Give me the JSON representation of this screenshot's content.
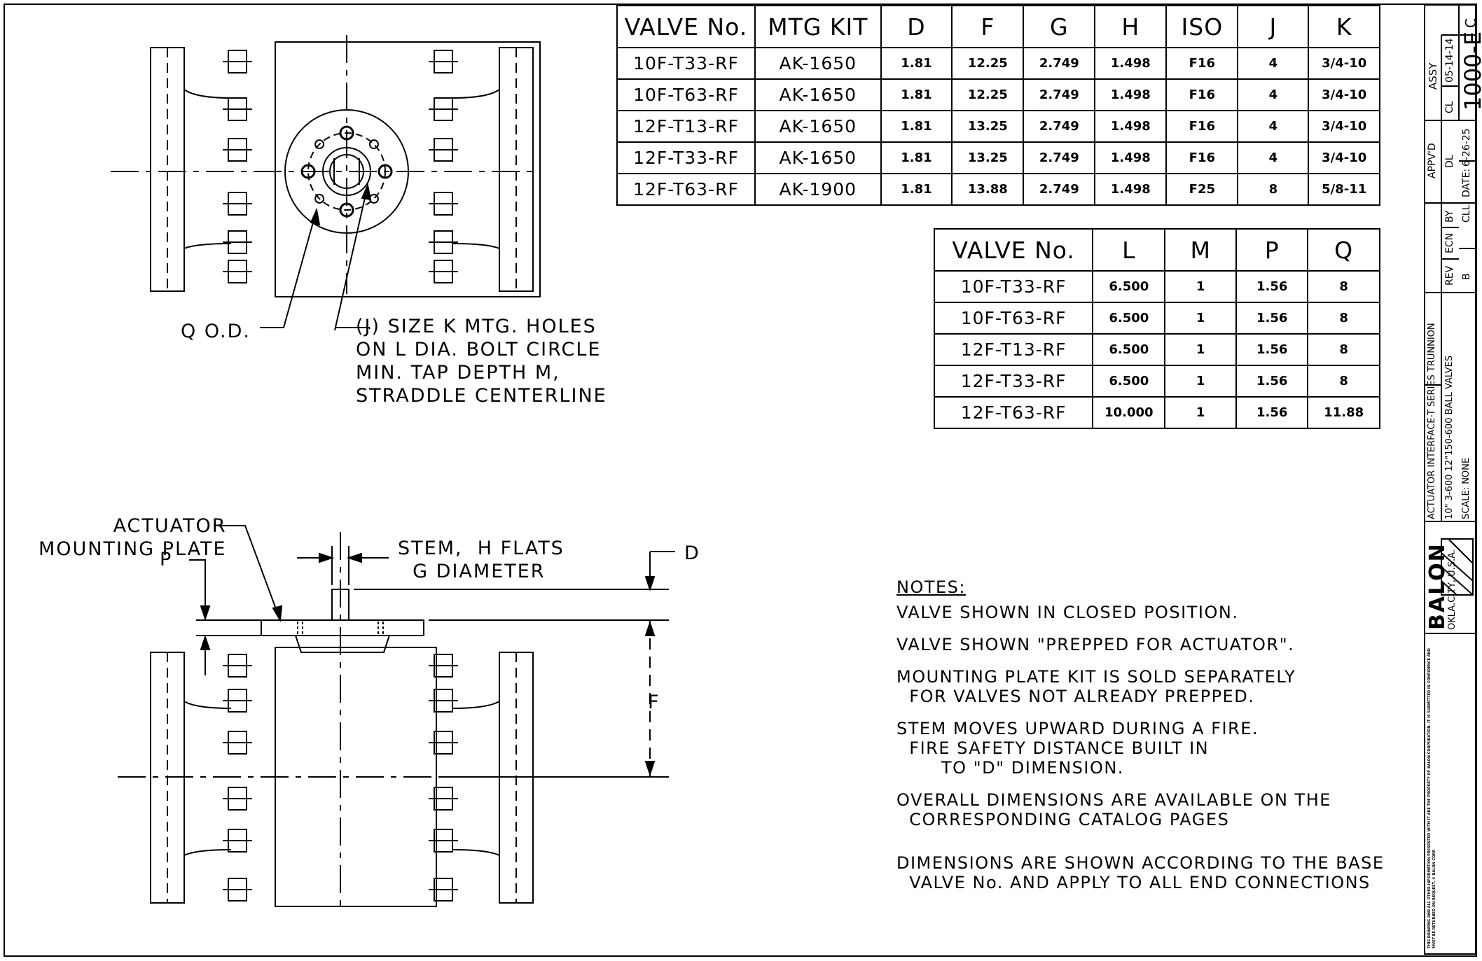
{
  "table1": {
    "headers": [
      "VALVE No.",
      "MTG KIT",
      "D",
      "F",
      "G",
      "H",
      "ISO",
      "J",
      "K"
    ],
    "rows": [
      [
        "10F-T33-RF",
        "AK-1650",
        "1.81",
        "12.25",
        "2.749",
        "1.498",
        "F16",
        "4",
        "3/4-10"
      ],
      [
        "10F-T63-RF",
        "AK-1650",
        "1.81",
        "12.25",
        "2.749",
        "1.498",
        "F16",
        "4",
        "3/4-10"
      ],
      [
        "12F-T13-RF",
        "AK-1650",
        "1.81",
        "13.25",
        "2.749",
        "1.498",
        "F16",
        "4",
        "3/4-10"
      ],
      [
        "12F-T33-RF",
        "AK-1650",
        "1.81",
        "13.25",
        "2.749",
        "1.498",
        "F16",
        "4",
        "3/4-10"
      ],
      [
        "12F-T63-RF",
        "AK-1900",
        "1.81",
        "13.88",
        "2.749",
        "1.498",
        "F25",
        "8",
        "5/8-11"
      ]
    ]
  },
  "table2": {
    "headers": [
      "VALVE No.",
      "L",
      "M",
      "P",
      "Q"
    ],
    "rows": [
      [
        "10F-T33-RF",
        "6.500",
        "1",
        "1.56",
        "8"
      ],
      [
        "10F-T63-RF",
        "6.500",
        "1",
        "1.56",
        "8"
      ],
      [
        "12F-T13-RF",
        "6.500",
        "1",
        "1.56",
        "8"
      ],
      [
        "12F-T33-RF",
        "6.500",
        "1",
        "1.56",
        "8"
      ],
      [
        "12F-T63-RF",
        "10.000",
        "1",
        "1.56",
        "11.88"
      ]
    ]
  },
  "labels": {
    "q_od": "Q O.D.",
    "holes": "(J) SIZE K MTG. HOLES\nON L DIA. BOLT CIRCLE\nMIN. TAP DEPTH M,\nSTRADDLE CENTERLINE",
    "actuator_plate": "ACTUATOR\nMOUNTING PLATE",
    "p": "P",
    "stem": "STEM,  H FLATS\n  G DIAMETER",
    "d": "D",
    "f": "F"
  },
  "notes": {
    "title": "NOTES:",
    "lines": [
      "VALVE SHOWN IN CLOSED POSITION.",
      "VALVE SHOWN \"PREPPED FOR ACTUATOR\".",
      "MOUNTING PLATE KIT IS SOLD SEPARATELY\n  FOR VALVES NOT ALREADY PREPPED.",
      "STEM MOVES UPWARD DURING A FIRE.\n  FIRE SAFETY DISTANCE BUILT IN\n       TO \"D\" DIMENSION.",
      "OVERALL DIMENSIONS ARE AVAILABLE ON THE\n  CORRESPONDING CATALOG PAGES",
      "DIMENSIONS ARE SHOWN ACCORDING TO THE BASE\n  VALVE No. AND APPLY TO ALL END CONNECTIONS"
    ]
  },
  "title_block": {
    "rev_letter": "C",
    "assy": "ASSY",
    "cl": "CL",
    "assy_date": "05-14-14",
    "drawing_no": "1000-E",
    "appvd": "APPV'D",
    "dl": "DL",
    "date_label": "DATE:",
    "date_value": "6-26-25",
    "by": "BY",
    "by_value": "CLL",
    "ecn": "ECN",
    "rev": "REV",
    "rev_value": "B",
    "desc1": "ACTUATOR INTERFACE-T SERIES TRUNNION",
    "desc2": "10\" 3-600 12\"150-600 BALL VALVES",
    "scale": "SCALE: NONE",
    "company": "BALON",
    "city": "OKLA.CITY, U.S.A.",
    "disclaimer": "THIS DRAWING AND ALL OTHER INFORMATION PRESENTED WITH IT ARE THE PROPERTY OF BALON CORPORATION. IT IS SUBMITTED IN CONFIDENCE AND MUST BE RETURNED ON REQUEST. © BALON CORP."
  }
}
